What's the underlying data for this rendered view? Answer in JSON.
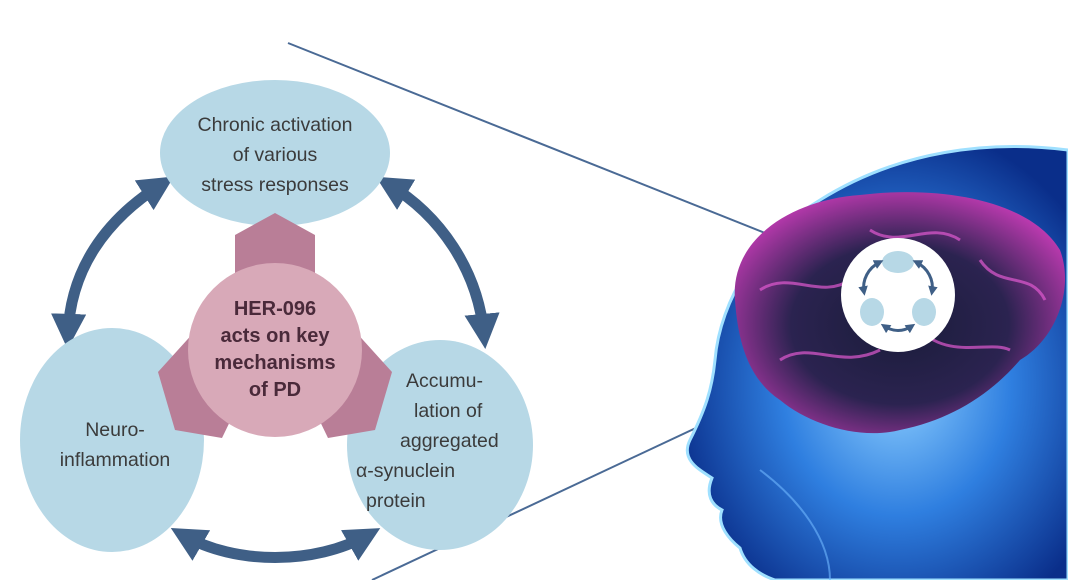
{
  "cycle": {
    "top_node": [
      "Chronic activation",
      "of various",
      "stress responses"
    ],
    "left_node": [
      "Neuro-",
      "inflammation"
    ],
    "right_node": [
      "Accumu-",
      "lation of",
      "aggregated",
      "α-synuclein",
      "protein"
    ]
  },
  "center": [
    "HER-096",
    "acts on key",
    "mechanisms",
    "of PD"
  ],
  "colors": {
    "node_fill": "#b7d8e6",
    "arrow": "#3f5f86",
    "center_circle": "#d8a9b8",
    "center_trefoil": "#b97e97",
    "brain_magenta": "#c43bb5",
    "head_blue": "#1f6fd6"
  },
  "icons": [
    "brain-illustration",
    "head-silhouette",
    "mini-cycle-icon"
  ]
}
